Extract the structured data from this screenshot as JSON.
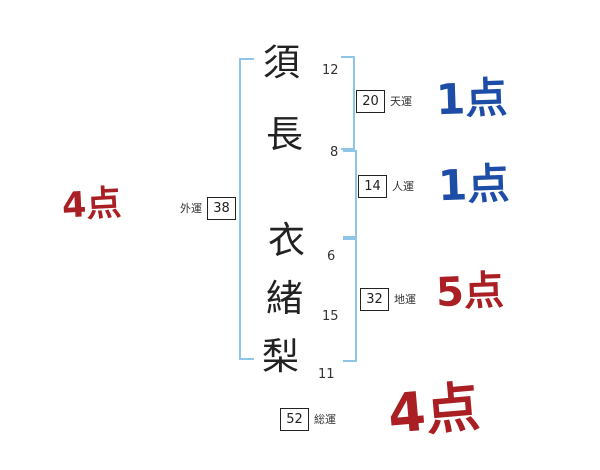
{
  "name_chars": [
    {
      "char": "須",
      "strokes": "12"
    },
    {
      "char": "長",
      "strokes": "8"
    },
    {
      "char": "衣",
      "strokes": "6"
    },
    {
      "char": "緒",
      "strokes": "15"
    },
    {
      "char": "梨",
      "strokes": "11"
    }
  ],
  "fortunes": {
    "tenun": {
      "label": "天運",
      "value": "20",
      "score": "1点"
    },
    "jinun": {
      "label": "人運",
      "value": "14",
      "score": "1点"
    },
    "chiun": {
      "label": "地運",
      "value": "32",
      "score": "5点"
    },
    "gaiun": {
      "label": "外運",
      "value": "38",
      "score": "4点"
    },
    "soun": {
      "label": "総運",
      "value": "52",
      "score": "4点"
    }
  },
  "colors": {
    "red": "#a91f23",
    "blue": "#1d4da6",
    "bracket": "#8fc6e8"
  }
}
